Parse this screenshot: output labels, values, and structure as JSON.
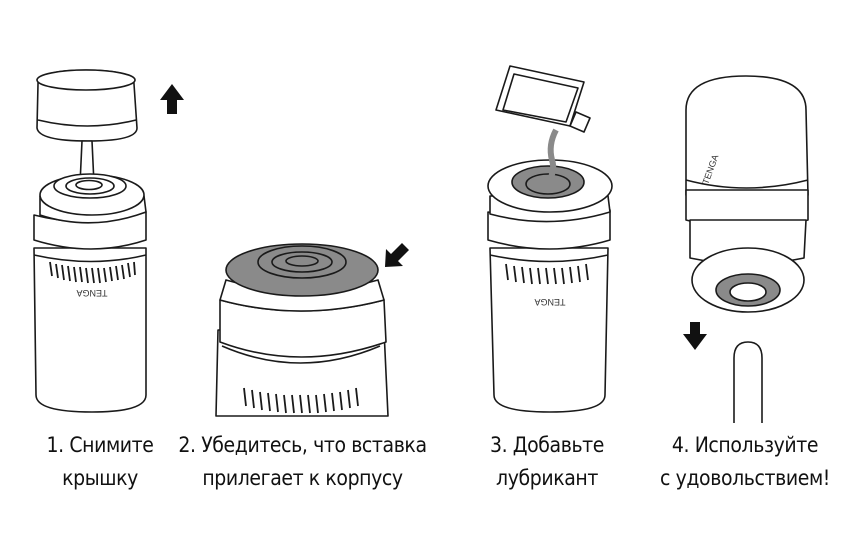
{
  "steps": [
    {
      "line1": "1. Снимите",
      "line2": "крышку"
    },
    {
      "line1": "2. Убедитесь, что вставка",
      "line2": "прилегает к корпусу"
    },
    {
      "line1": "3. Добавьте",
      "line2": "лубрикант"
    },
    {
      "line1": "4. Используйте",
      "line2": "с удовольствием!"
    }
  ],
  "brand_mark": "TENGA",
  "colors": {
    "line": "#1a1a1a",
    "fill": "#ffffff",
    "insert": "#8a8a8a",
    "arrow": "#111111"
  },
  "icons": [
    "arrow-up-icon",
    "arrow-down-left-icon",
    "arrow-down-icon",
    "lubricant-sachet-icon"
  ]
}
